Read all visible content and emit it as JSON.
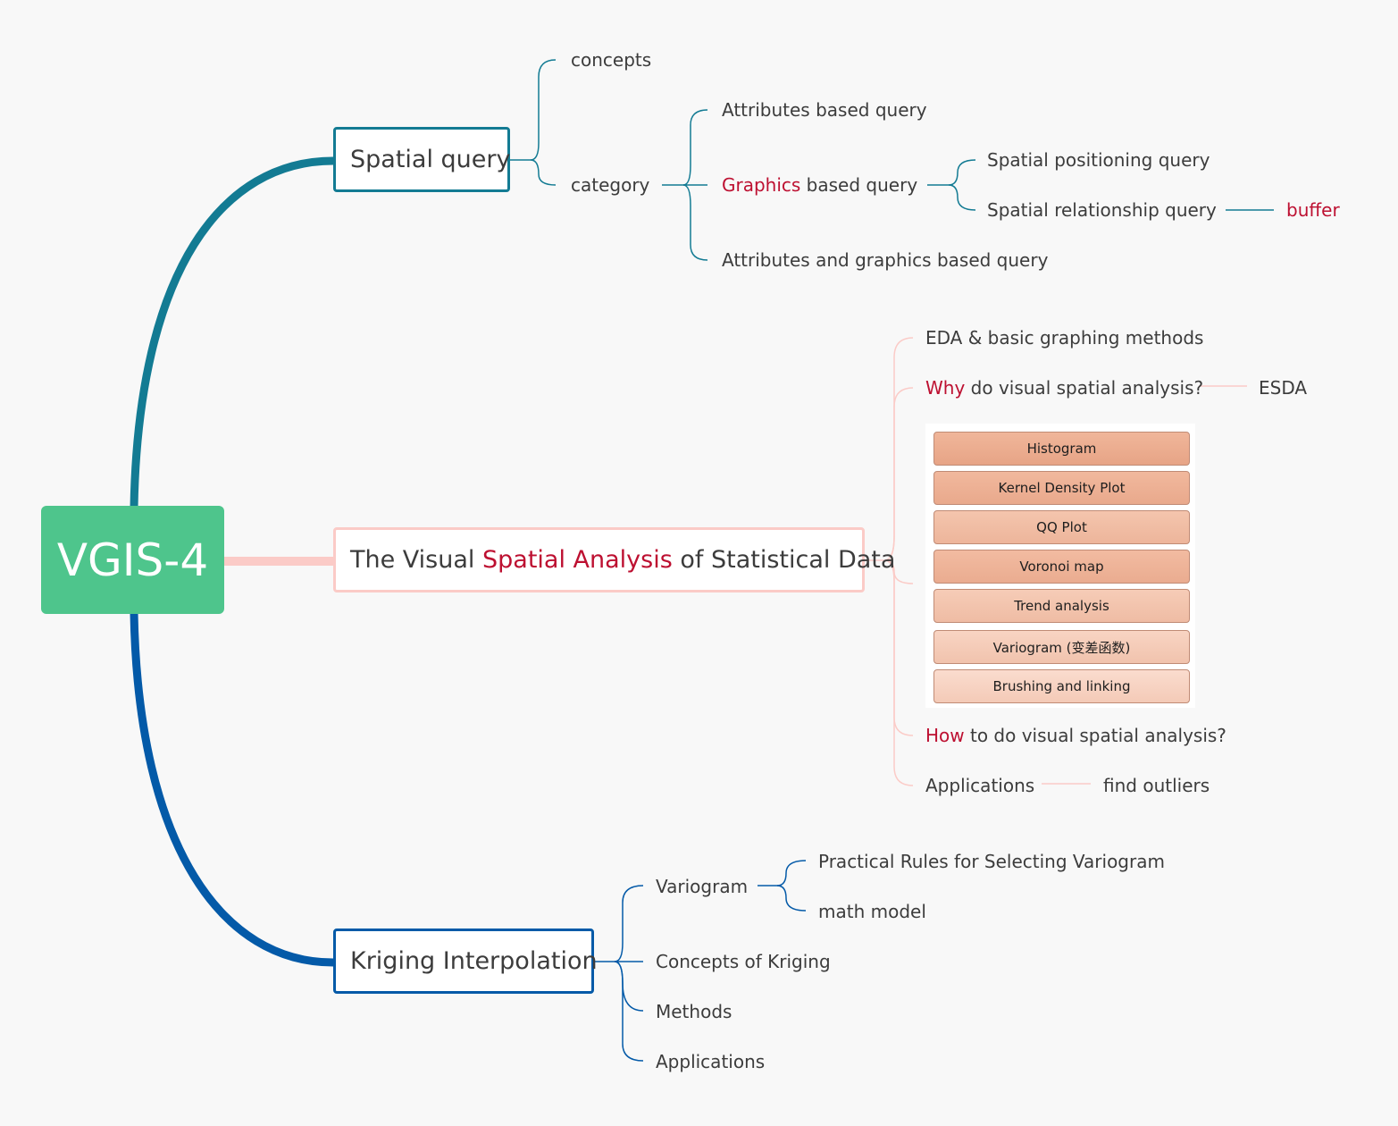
{
  "root": {
    "title": "VGIS-4"
  },
  "colors": {
    "background": "#f8f8f8",
    "root_fill": "#4ec58c",
    "branch_spatial_query": "#137b93",
    "branch_visual_analysis": "#fbcbc7",
    "branch_kriging": "#045aa8",
    "highlight_text": "#bd1031",
    "text": "#3c3c3c"
  },
  "spatial_query": {
    "title": "Spatial query",
    "concepts": "concepts",
    "category": "category",
    "attributes_query": "Attributes based query",
    "graphics_highlight": "Graphics",
    "graphics_rest": " based query",
    "positioning_query": "Spatial positioning query",
    "relationship_query": "Spatial relationship query",
    "buffer": "buffer",
    "attr_graphics_query": "Attributes and graphics based query"
  },
  "visual_analysis": {
    "title_pre": "The Visual ",
    "title_highlight": "Spatial Analysis",
    "title_post": " of Statistical Data",
    "eda": "EDA & basic graphing methods",
    "why_highlight": "Why",
    "why_rest": " do visual spatial analysis?",
    "esda": "ESDA",
    "methods": [
      "Histogram",
      "Kernel Density Plot",
      "QQ Plot",
      "Voronoi map",
      "Trend analysis",
      "Variogram (变差函数)",
      "Brushing and linking"
    ],
    "how_highlight": "How",
    "how_rest": " to do visual spatial analysis?",
    "applications": "Applications",
    "find_outliers": "find outliers"
  },
  "kriging": {
    "title": "Kriging Interpolation",
    "variogram": "Variogram",
    "practical_rules": "Practical Rules for Selecting Variogram",
    "math_model": "math model",
    "concepts": "Concepts of Kriging",
    "methods": "Methods",
    "applications": "Applications"
  }
}
